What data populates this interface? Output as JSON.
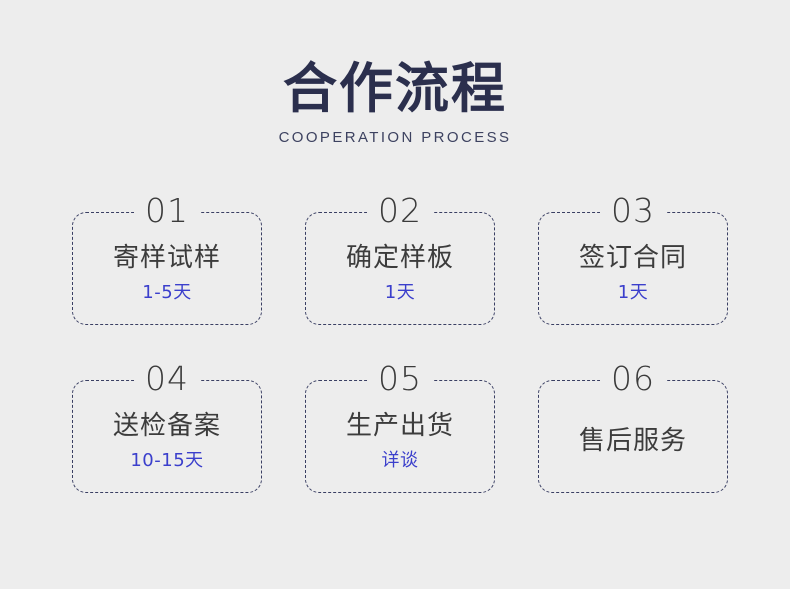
{
  "page": {
    "background_color": "#ededed"
  },
  "header": {
    "title": "合作流程",
    "subtitle": "COOPERATION PROCESS",
    "title_color": "#2b2f4d",
    "subtitle_color": "#3d4260"
  },
  "colors": {
    "card_border": "#3a3f63",
    "number": "#3b3b3b",
    "label": "#3c3c3c",
    "duration": "#3b3fcc"
  },
  "steps": [
    {
      "number": "01",
      "label": "寄样试样",
      "duration": "1-5天"
    },
    {
      "number": "02",
      "label": "确定样板",
      "duration": "1天"
    },
    {
      "number": "03",
      "label": "签订合同",
      "duration": "1天"
    },
    {
      "number": "04",
      "label": "送检备案",
      "duration": "10-15天"
    },
    {
      "number": "05",
      "label": "生产出货",
      "duration": "详谈"
    },
    {
      "number": "06",
      "label": "售后服务",
      "duration": ""
    }
  ]
}
